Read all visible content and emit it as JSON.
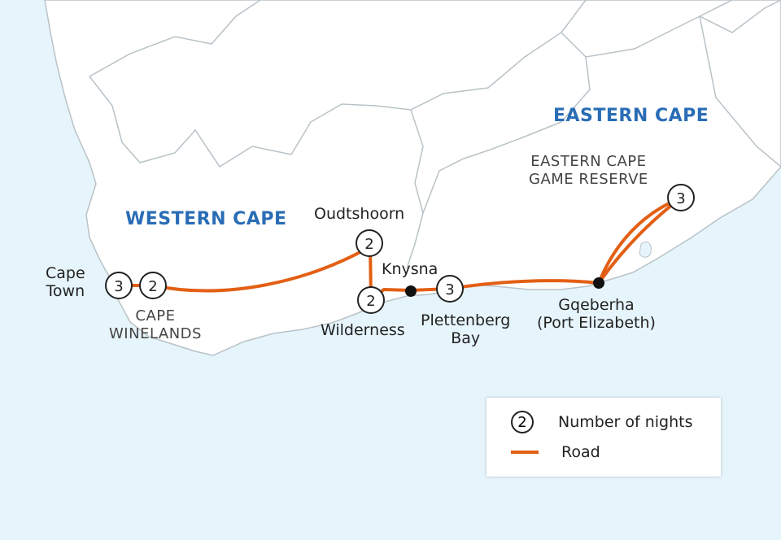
{
  "regions": {
    "western": "WESTERN CAPE",
    "eastern": "EASTERN CAPE"
  },
  "places": {
    "cape_town": [
      "Cape",
      "Town"
    ],
    "cape_winelands": [
      "CAPE",
      "WINELANDS"
    ],
    "oudtshoorn": "Oudtshoorn",
    "knysna": "Knysna",
    "wilderness": "Wilderness",
    "plettenberg_bay": [
      "Plettenberg",
      "Bay"
    ],
    "gqeberha": [
      "Gqeberha",
      "(Port Elizabeth)"
    ],
    "game_reserve": [
      "EASTERN CAPE",
      "GAME RESERVE"
    ]
  },
  "stops": {
    "cape_town": "3",
    "cape_winelands": "2",
    "oudtshoorn": "2",
    "wilderness": "2",
    "plettenberg_bay": "3",
    "game_reserve": "3"
  },
  "legend": {
    "nights_sample": "2",
    "nights_label": "Number of nights",
    "road_label": "Road"
  },
  "colors": {
    "sea": "#e6f4fb",
    "land": "#ffffff",
    "border": "#b9c2c7",
    "road": "#e35f14",
    "region_text": "#2a6db5"
  }
}
